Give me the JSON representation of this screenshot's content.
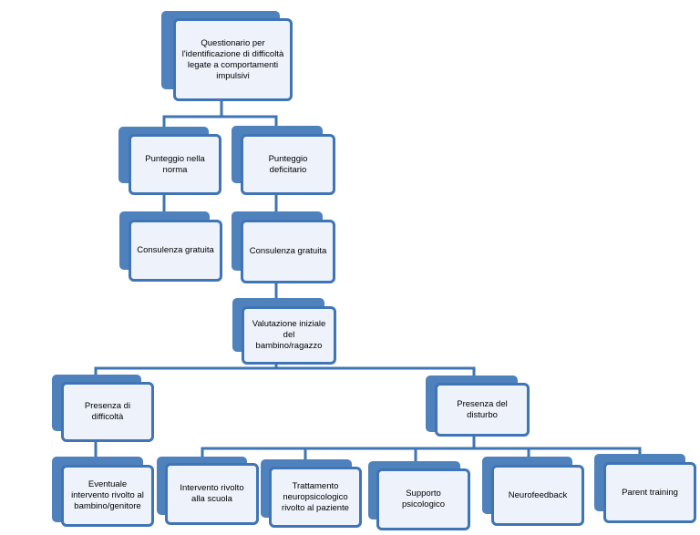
{
  "colors": {
    "connector": "#3f74b5",
    "box_back": "#4f81bd",
    "box_fill": "#eef3fb",
    "box_border": "#3f74b5"
  },
  "nodes": {
    "questionnaire": "Questionario per l'identificazione di difficoltà legate a comportamenti impulsivi",
    "score_normal": "Punteggio nella norma",
    "score_deficit": "Punteggio deficitario",
    "consult_left": "Consulenza gratuita",
    "consult_right": "Consulenza gratuita",
    "initial_eval": "Valutazione iniziale del bambino/ragazzo",
    "difficulty": "Presenza di difficoltà",
    "disorder": "Presenza del disturbo",
    "eventual_intervention": "Eventuale intervento rivolto al bambino/genitore",
    "school_intervention": "Intervento rivolto alla scuola",
    "neuropsych_treatment": "Trattamento neuropsicologico rivolto al paziente",
    "psych_support": "Supporto psicologico",
    "neurofeedback": "Neurofeedback",
    "parent_training": "Parent training"
  }
}
